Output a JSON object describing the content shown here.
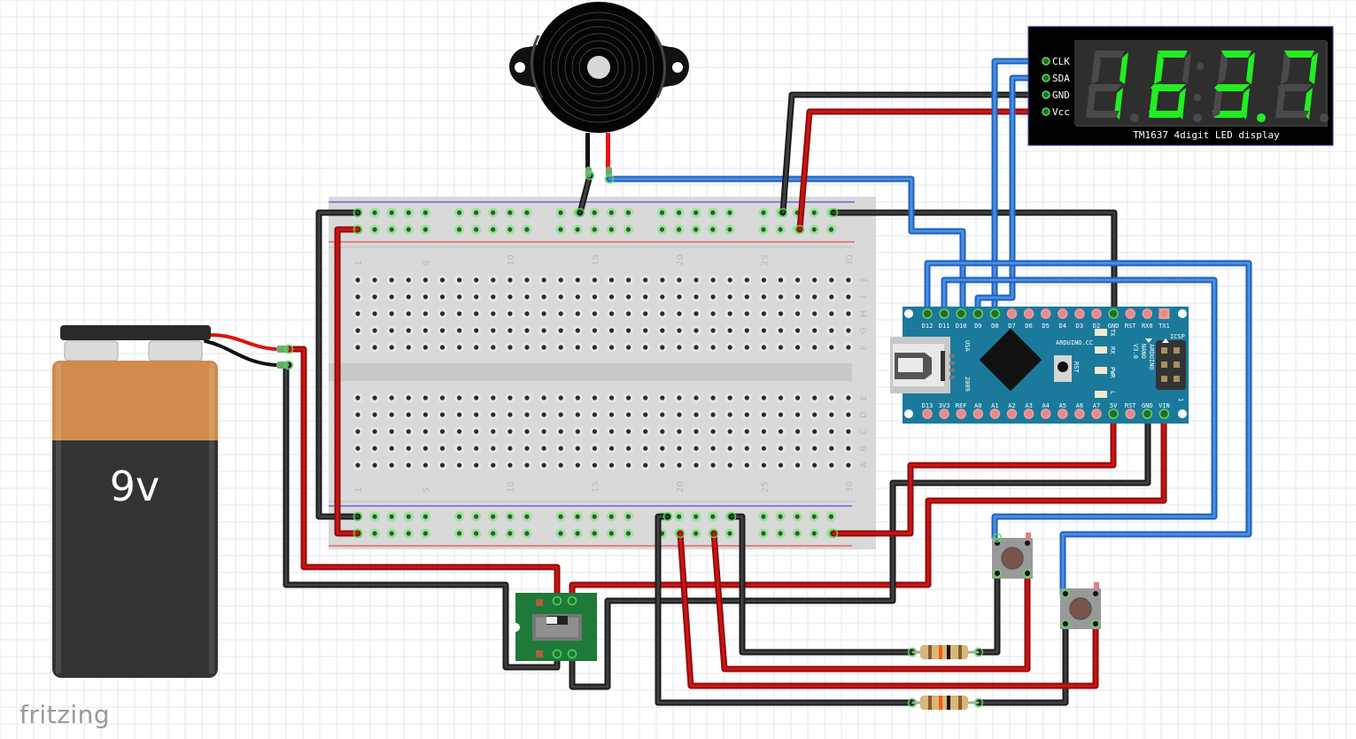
{
  "app": {
    "name": "Fritzing",
    "logo_text": "fritzing",
    "view": "Breadboard View"
  },
  "colors": {
    "background": "#ffffff",
    "grid": "#e3e7ee",
    "wire_black": "#404040",
    "wire_red": "#cf1414",
    "wire_blue": "#4a90e2",
    "breadboard": "#d9d9d9",
    "arduino_pcb": "#1b7a9c",
    "led_segment_on": "#22ee22",
    "led_segment_off": "#4a4a4a",
    "battery_top": "#d18b4f",
    "battery_body": "#333333",
    "switch_pcb": "#1f7a3a",
    "button_body": "#999999",
    "button_cap": "#7a5448"
  },
  "components": {
    "battery": {
      "name": "9V Battery",
      "label": "9v"
    },
    "buzzer": {
      "name": "Piezo Buzzer"
    },
    "display": {
      "name": "TM1637 4digit LED display",
      "caption": "TM1637 4digit LED display",
      "digits": [
        "1",
        "6",
        "3",
        "7"
      ],
      "colon_on": false,
      "decimal_on_digit": 3,
      "pins": [
        "CLK",
        "SDA",
        "GND",
        "Vcc"
      ]
    },
    "arduino": {
      "name": "Arduino Nano V3.0",
      "brand": "ARDUINO.CC",
      "model_lines": [
        "ARDUINO",
        "NANO",
        "V3.0"
      ],
      "side_text_1": "USA",
      "side_text_2": "2009",
      "rst_label": "RST",
      "icsp_label": "ICSP",
      "icsp_pin1": "1",
      "leds": [
        "TX",
        "RX",
        "PWR",
        "L"
      ],
      "top_pins": [
        "D12",
        "D11",
        "D10",
        "D9",
        "D8",
        "D7",
        "D6",
        "D5",
        "D4",
        "D3",
        "D2",
        "GND",
        "RST",
        "RX0",
        "TX1"
      ],
      "bottom_pins": [
        "D13",
        "3V3",
        "REF",
        "A0",
        "A1",
        "A2",
        "A3",
        "A4",
        "A5",
        "A6",
        "A7",
        "5V",
        "RST",
        "GND",
        "VIN"
      ]
    },
    "breadboard": {
      "name": "Half+ Breadboard",
      "column_numbers": [
        "1",
        "5",
        "10",
        "15",
        "20",
        "25",
        "30"
      ],
      "rows_top": [
        "J",
        "I",
        "H",
        "G",
        "F"
      ],
      "rows_bottom": [
        "E",
        "D",
        "C",
        "B",
        "A"
      ]
    },
    "switch": {
      "name": "Slide Switch"
    },
    "buttons": [
      {
        "name": "Pushbutton 1"
      },
      {
        "name": "Pushbutton 2"
      }
    ],
    "resistors": [
      {
        "name": "Resistor 1"
      },
      {
        "name": "Resistor 2"
      }
    ]
  }
}
